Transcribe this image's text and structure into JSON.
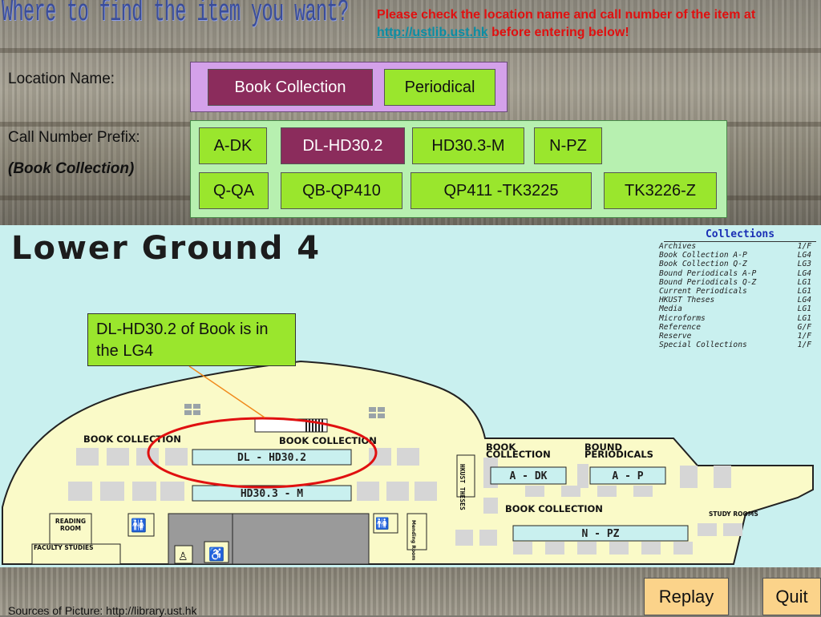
{
  "header": {
    "title": "Where to find the item you want?",
    "notice_text_1": "Please check the location name and call number of the item at ",
    "notice_link": "http://ustlib.ust.hk",
    "notice_text_2": " before entering below!"
  },
  "form": {
    "location_label": "Location Name:",
    "callnum_label": "Call Number Prefix:",
    "collection_note": "(Book Collection)",
    "locations": [
      "Book Collection",
      "Periodical"
    ],
    "selected_location": "Book Collection",
    "prefixes_row1": [
      "A-DK",
      "DL-HD30.2",
      "HD30.3-M",
      "N-PZ"
    ],
    "prefixes_row2": [
      "Q-QA",
      "QB-QP410",
      "QP411 -TK3225",
      "TK3226-Z"
    ],
    "selected_prefix": "DL-HD30.2"
  },
  "map": {
    "title": "Lower Ground 4",
    "callout": "DL-HD30.2 of Book is in the LG4",
    "legend_title": "Collections",
    "legend": [
      {
        "name": "Archives",
        "floor": "1/F"
      },
      {
        "name": "Book Collection A-P",
        "floor": "LG4"
      },
      {
        "name": "Book Collection Q-Z",
        "floor": "LG3"
      },
      {
        "name": "Bound Periodicals A-P",
        "floor": "LG4"
      },
      {
        "name": "Bound Periodicals Q-Z",
        "floor": "LG1"
      },
      {
        "name": "Current Periodicals",
        "floor": "LG1"
      },
      {
        "name": "HKUST Theses",
        "floor": "LG4"
      },
      {
        "name": "Media",
        "floor": "LG1"
      },
      {
        "name": "Microforms",
        "floor": "LG1"
      },
      {
        "name": "Reference",
        "floor": "G/F"
      },
      {
        "name": "Reserve",
        "floor": "1/F"
      },
      {
        "name": "Special Collections",
        "floor": "1/F"
      }
    ],
    "labels": {
      "book_collection_left": "BOOK COLLECTION",
      "book_collection_mid": "BOOK COLLECTION",
      "book_collection_right": "BOOK COLLECTION",
      "book_collection_stack": [
        "BOOK",
        "COLLECTION"
      ],
      "bound_periodicals_stack": [
        "BOUND",
        "PERIODICALS"
      ],
      "shelf_dl": "DL - HD30.2",
      "shelf_hd": "HD30.3 - M",
      "shelf_adk": "A - DK",
      "shelf_ap": "A - P",
      "shelf_npz": "N - PZ",
      "theses": "HKUST THESES",
      "reading_room": [
        "READING",
        "ROOM"
      ],
      "faculty_studies": "FACULTY STUDIES",
      "study_rooms": "STUDY ROOMS",
      "mending_room": "Mending Room"
    }
  },
  "footer": {
    "sources": "Sources of Picture: http://library.ust.hk",
    "replay": "Replay",
    "quit": "Quit"
  },
  "colors": {
    "green_button": "#9ae62d",
    "selected_button": "#8b2c5c",
    "location_panel": "#d4a1ea",
    "prefix_panel": "#b7f0b0",
    "floor": "#fafac8",
    "map_background": "#c9f0ef",
    "highlight_ring": "#e01010",
    "orange_buttons": "#fbd38a"
  }
}
